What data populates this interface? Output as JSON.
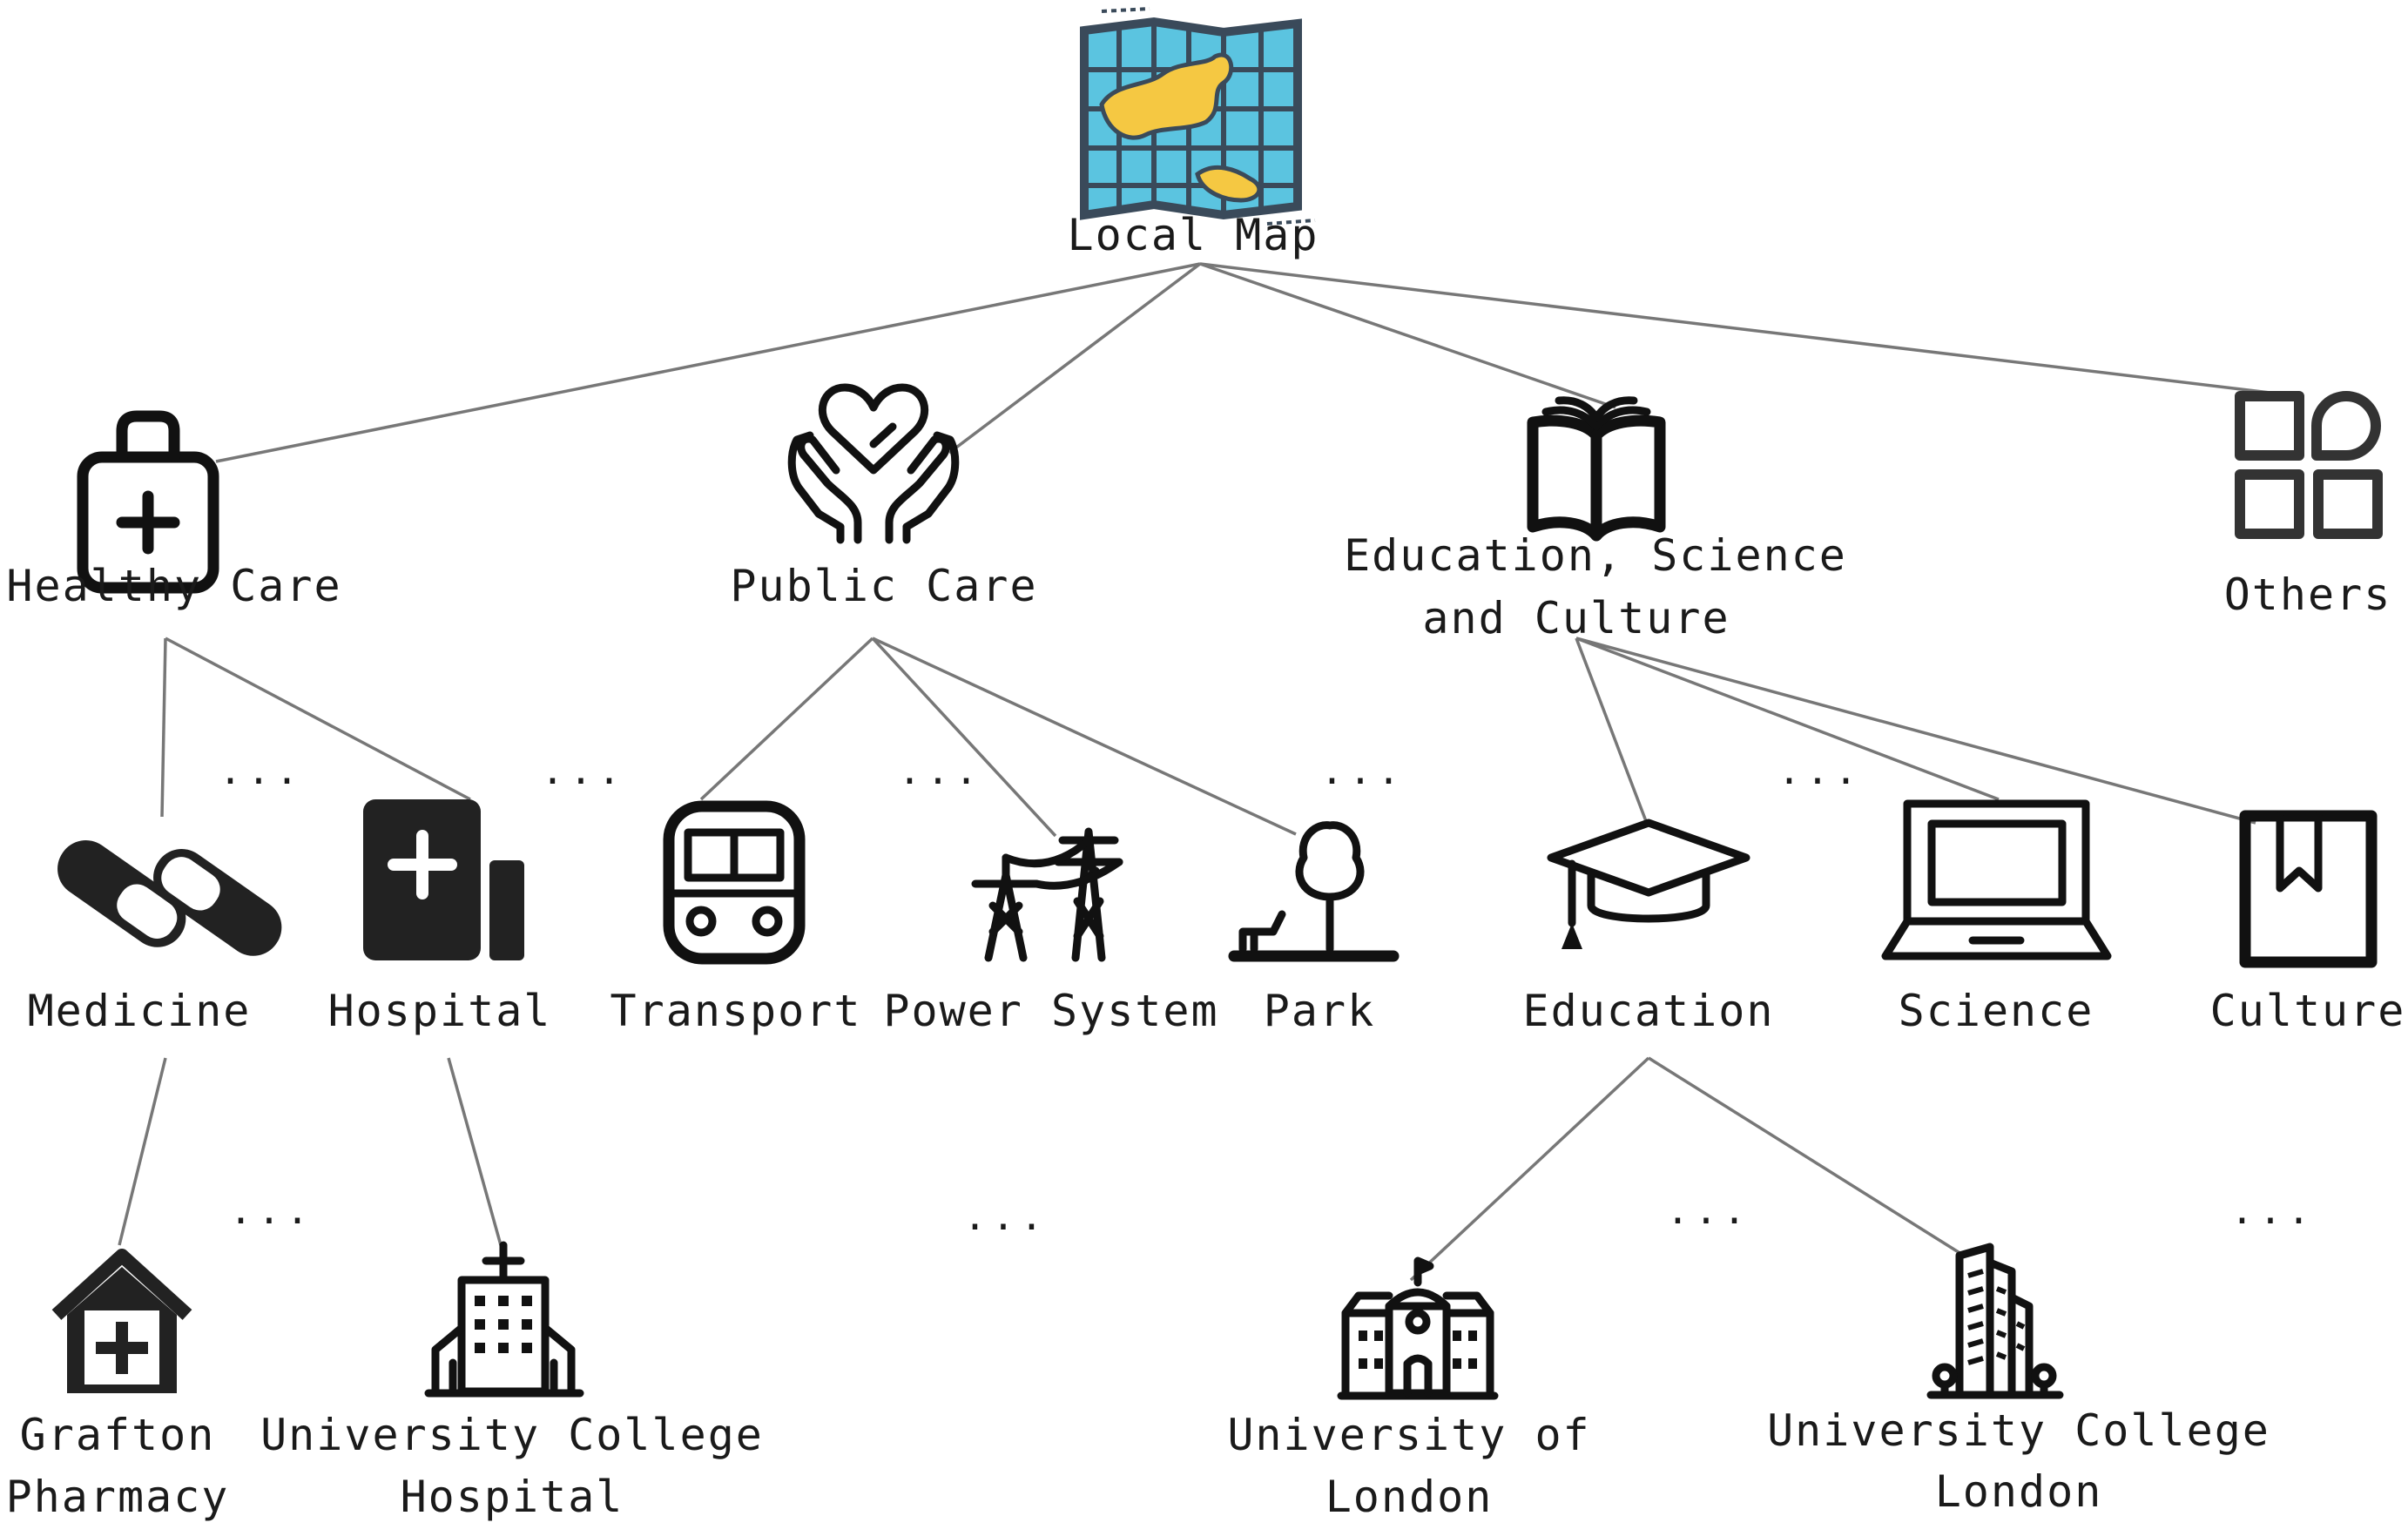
{
  "root": {
    "label": "Local Map"
  },
  "categories": {
    "healthy_care": {
      "label": "Healthy Care"
    },
    "public_care": {
      "label": "Public Care"
    },
    "education_science_culture": {
      "label_line1": "Education, Science",
      "label_line2": "and Culture"
    },
    "others": {
      "label": "Others"
    }
  },
  "subcategories": {
    "medicine": {
      "label": "Medicine"
    },
    "hospital": {
      "label": "Hospital"
    },
    "transport": {
      "label": "Transport"
    },
    "power_system": {
      "label": "Power System"
    },
    "park": {
      "label": "Park"
    },
    "education": {
      "label": "Education"
    },
    "science": {
      "label": "Science"
    },
    "culture": {
      "label": "Culture"
    }
  },
  "instances": {
    "grafton_pharmacy": {
      "label_line1": "Grafton",
      "label_line2": "Pharmacy"
    },
    "uc_hospital": {
      "label_line1": "University College",
      "label_line2": "Hospital"
    },
    "univ_of_london": {
      "label_line1": "University of",
      "label_line2": "London"
    },
    "uc_london": {
      "label_line1": "University College",
      "label_line2": "London"
    }
  },
  "ellipsis": "...",
  "colors": {
    "map_sea": "#5bc4e0",
    "map_land": "#f5c842",
    "map_frame": "#3a4a5a",
    "edge": "#777777",
    "icon": "#111111"
  },
  "icons": {
    "root": "folded-map-icon",
    "healthy_care": "medical-kit-icon",
    "public_care": "hands-heart-icon",
    "education_science_culture": "open-book-icon",
    "others": "grid-shapes-icon",
    "medicine": "pills-icon",
    "hospital": "hospital-building-icon",
    "transport": "train-icon",
    "power_system": "power-tower-icon",
    "park": "park-tree-icon",
    "education": "graduation-cap-icon",
    "science": "laptop-icon",
    "culture": "bookmark-book-icon",
    "grafton_pharmacy": "pharmacy-house-icon",
    "uc_hospital": "hospital-icon",
    "univ_of_london": "university-building-icon",
    "uc_london": "skyscraper-icon"
  }
}
